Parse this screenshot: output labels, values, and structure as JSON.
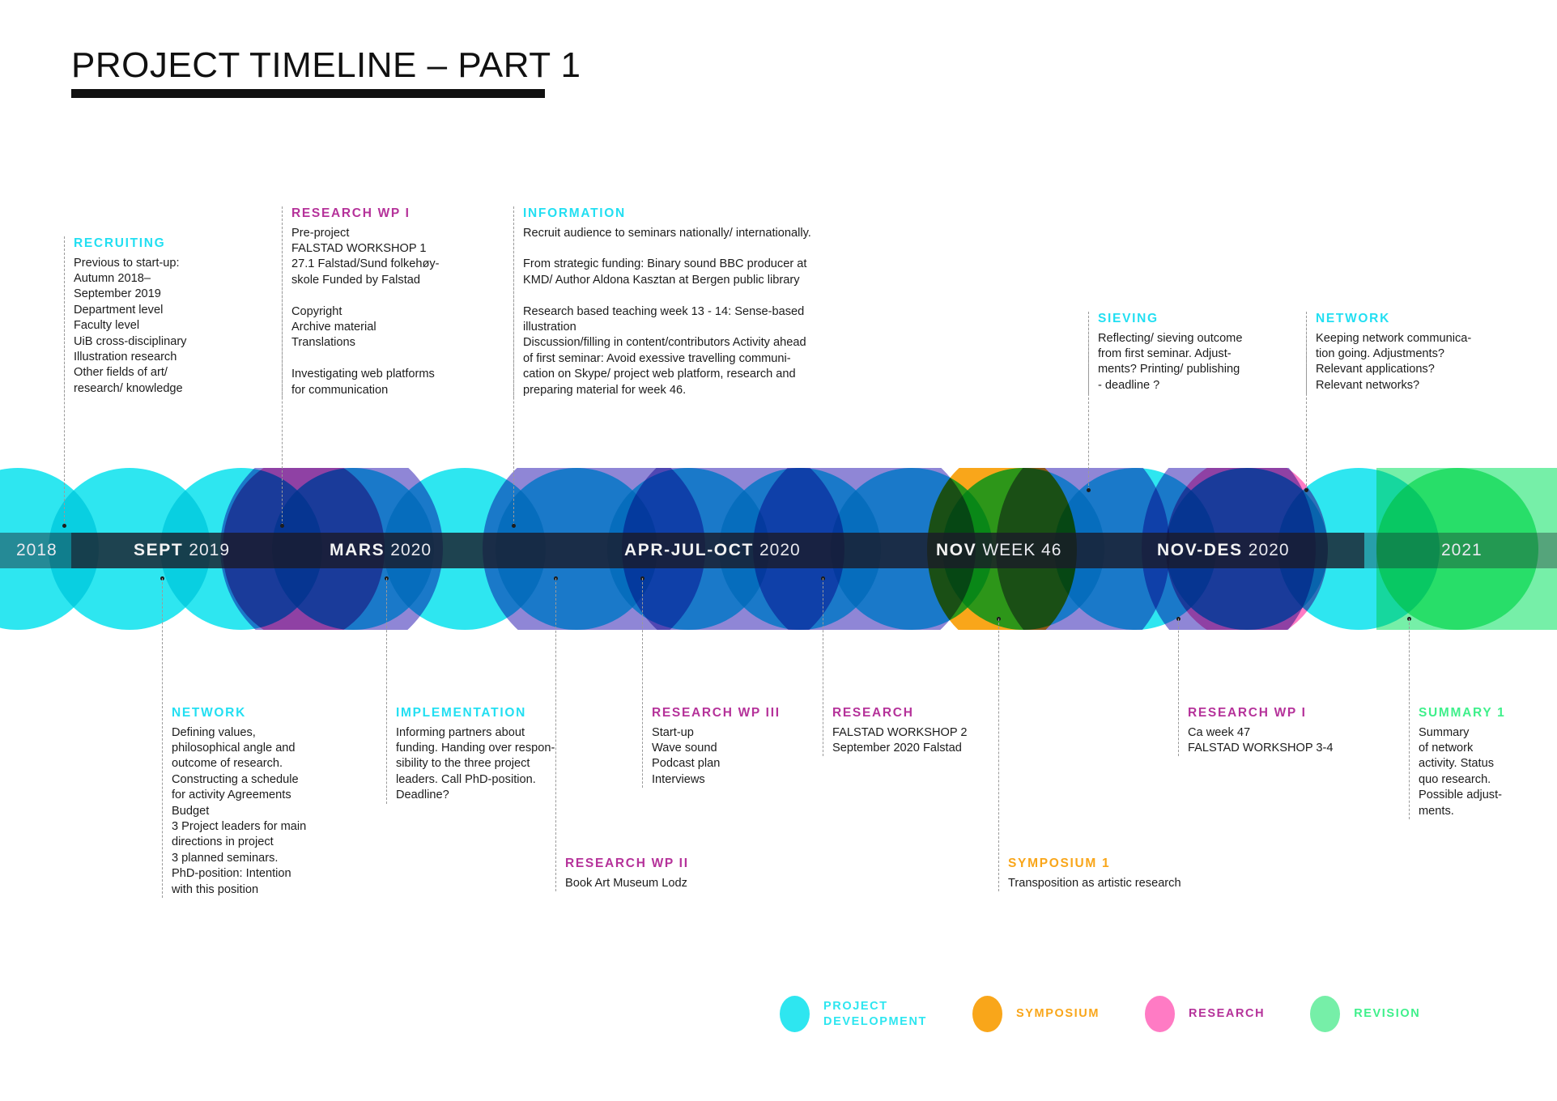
{
  "page": {
    "title": "PROJECT TIMELINE – PART 1",
    "background": "#ffffff"
  },
  "colors": {
    "project_development": "#2ee6f0",
    "symposium": "#f9a61a",
    "research": "#ff7bc4",
    "revision": "#76efa8",
    "research_heading": "#b5329a",
    "symposium_heading": "#f9a61a",
    "revision_heading": "#3ff08b",
    "cyan_heading": "#22dff2",
    "bar": "#1a1a28",
    "text": "#1c1c1c"
  },
  "timeline": {
    "periods": [
      {
        "id": "p2018",
        "bold": "",
        "year": "2018",
        "muted": true
      },
      {
        "id": "sept2019",
        "bold": "SEPT",
        "year": "2019",
        "muted": false
      },
      {
        "id": "mars2020",
        "bold": "MARS",
        "year": "2020",
        "muted": false
      },
      {
        "id": "aprjuloct2020",
        "bold": "APR-JUL-OCT",
        "year": "2020",
        "muted": false
      },
      {
        "id": "novweek46",
        "bold": "NOV",
        "year": "WEEK 46",
        "muted": false
      },
      {
        "id": "novdes2020",
        "bold": "NOV-DES",
        "year": "2020",
        "muted": false
      },
      {
        "id": "p2021",
        "bold": "",
        "year": "2021",
        "muted": true
      }
    ]
  },
  "annotations_above": [
    {
      "id": "recruiting",
      "head": "RECRUITING",
      "color": "#22dff2",
      "body": "Previous to start-up:\nAutumn 2018–\nSeptember 2019\nDepartment level\nFaculty level\nUiB cross-disciplinary\nIllustration research\nOther fields of art/\nresearch/ knowledge"
    },
    {
      "id": "research-wp-1-top",
      "head": "RESEARCH WP I",
      "color": "#b5329a",
      "body": "Pre-project\nFALSTAD WORKSHOP 1\n27.1 Falstad/Sund folkehøy-\nskole Funded by Falstad\n\nCopyright\nArchive material\nTranslations\n\nInvestigating web platforms\nfor communication"
    },
    {
      "id": "information",
      "head": "INFORMATION",
      "color": "#22dff2",
      "body": "Recruit audience to seminars nationally/ internationally.\n\nFrom strategic funding: Binary sound BBC producer at\nKMD/ Author Aldona Kasztan at Bergen public library\n\nResearch based teaching week 13 - 14: Sense-based\nillustration\nDiscussion/filling in content/contributors Activity ahead\nof first seminar: Avoid exessive travelling communi-\ncation on Skype/ project web platform, research and\npreparing material for week 46."
    },
    {
      "id": "sieving",
      "head": "SIEVING",
      "color": "#22dff2",
      "body": "Reflecting/ sieving outcome\nfrom first seminar. Adjust-\nments? Printing/ publishing\n- deadline ?"
    },
    {
      "id": "network-top",
      "head": "NETWORK",
      "color": "#22dff2",
      "body": "Keeping network communica-\ntion going. Adjustments?\nRelevant applications?\nRelevant networks?"
    }
  ],
  "annotations_below": [
    {
      "id": "network-bottom",
      "head": "NETWORK",
      "color": "#22dff2",
      "body": "Defining values,\nphilosophical angle and\noutcome of research.\nConstructing a schedule\nfor activity Agreements\nBudget\n3 Project leaders for main\ndirections in project\n3 planned seminars.\nPhD-position: Intention\nwith this position"
    },
    {
      "id": "implementation",
      "head": "IMPLEMENTATION",
      "color": "#22dff2",
      "body": "Informing partners about\nfunding. Handing over respon-\nsibility to the three project\nleaders. Call PhD-position.\nDeadline?"
    },
    {
      "id": "research-wp-2",
      "head": "RESEARCH WP II",
      "color": "#b5329a",
      "body": "Book Art Museum Lodz"
    },
    {
      "id": "research-wp-3",
      "head": "RESEARCH WP III",
      "color": "#b5329a",
      "body": "Start-up\nWave sound\nPodcast plan\nInterviews"
    },
    {
      "id": "research-bottom",
      "head": "RESEARCH",
      "color": "#b5329a",
      "body": "FALSTAD WORKSHOP 2\nSeptember 2020 Falstad"
    },
    {
      "id": "symposium-1",
      "head": "SYMPOSIUM 1",
      "color": "#f9a61a",
      "body": "Transposition as artistic research"
    },
    {
      "id": "research-wp-1-bottom",
      "head": "RESEARCH WP I",
      "color": "#b5329a",
      "body": "Ca week 47\nFALSTAD WORKSHOP 3-4"
    },
    {
      "id": "summary-1",
      "head": "SUMMARY 1",
      "color": "#3ff08b",
      "body": "Summary\nof network\nactivity. Status\nquo research.\nPossible adjust-\nments."
    }
  ],
  "legend": [
    {
      "id": "project-development",
      "label": "PROJECT\nDEVELOPMENT",
      "color": "#2ee6f0"
    },
    {
      "id": "symposium",
      "label": "SYMPOSIUM",
      "color": "#f9a61a"
    },
    {
      "id": "research",
      "label": "RESEARCH",
      "color": "#ff7bc4"
    },
    {
      "id": "revision",
      "label": "REVISION",
      "color": "#76efa8"
    }
  ]
}
